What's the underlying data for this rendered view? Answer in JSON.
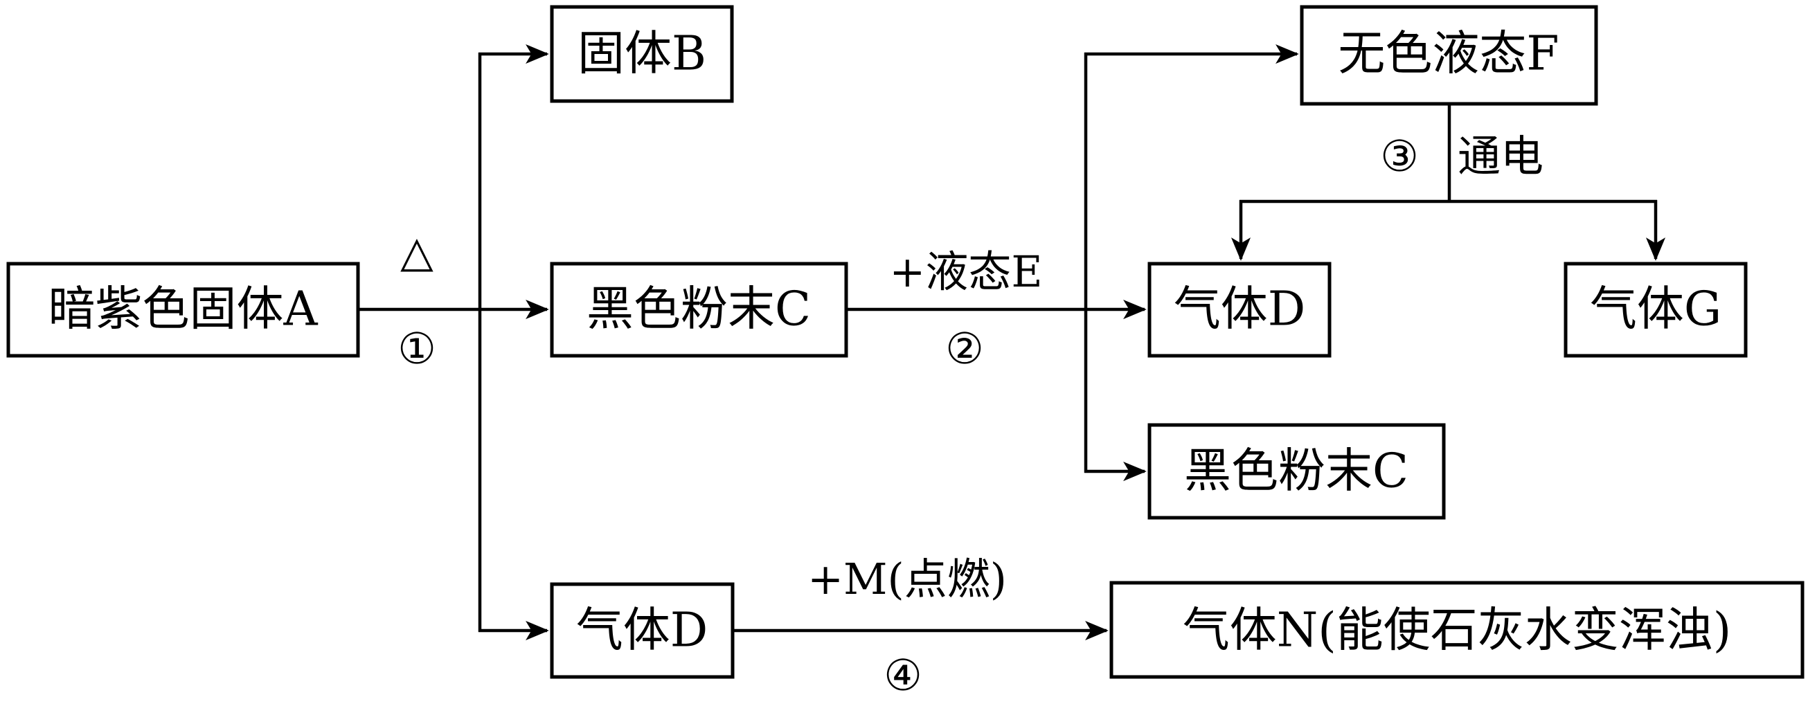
{
  "nodes": {
    "A": "暗紫色固体A",
    "B": "固体B",
    "C1": "黑色粉末C",
    "D1": "气体D",
    "F": "无色液态F",
    "D2": "气体D",
    "G": "气体G",
    "C2": "黑色粉末C",
    "N": "气体N(能使石灰水变浑浊)"
  },
  "labels": {
    "step1_condition": "△",
    "step1_number": "①",
    "step2_reagent": "+液态E",
    "step2_number": "②",
    "step3_number": "③",
    "step3_condition": "通电",
    "step4_reagent": "+M(点燃)",
    "step4_number": "④"
  }
}
